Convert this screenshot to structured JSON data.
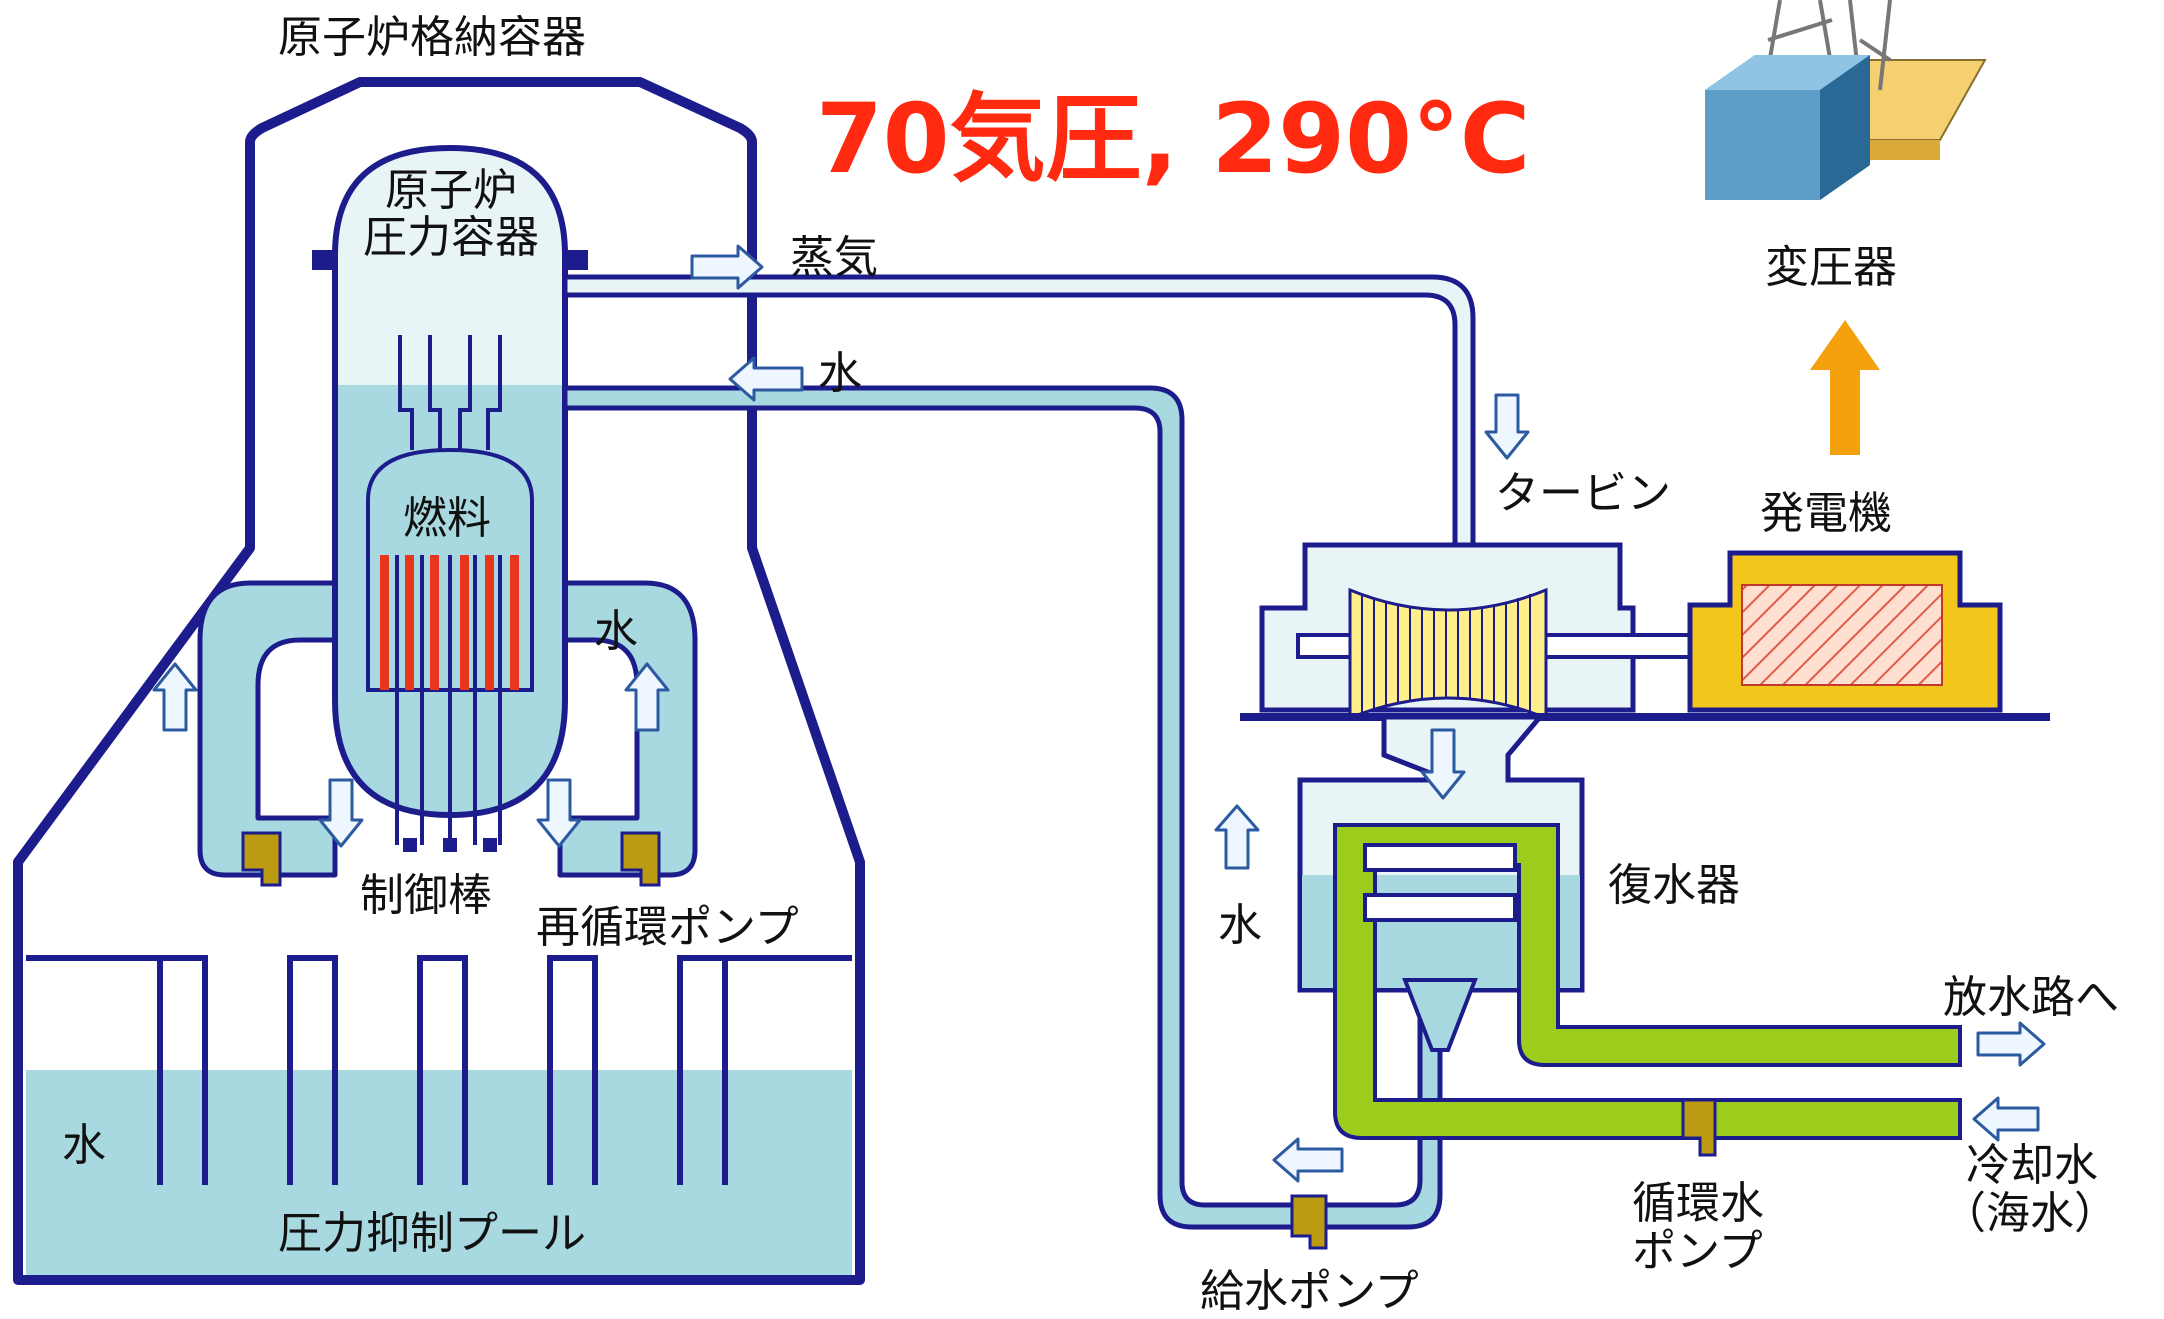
{
  "headline": "70気圧, 290°C",
  "labels": {
    "containment": "原子炉格納容器",
    "rpv_line1": "原子炉",
    "rpv_line2": "圧力容器",
    "steam": "蒸気",
    "water_return": "水",
    "fuel": "燃料",
    "water_left": "水",
    "control_rods": "制御棒",
    "recirc_pump": "再循環ポンプ",
    "pool_water": "水",
    "suppression_pool": "圧力抑制プール",
    "turbine": "タービン",
    "generator": "発電機",
    "transformer": "変圧器",
    "condenser": "復水器",
    "feedwater_side": "水",
    "to_discharge": "放水路へ",
    "cooling_water_line1": "冷却水",
    "cooling_water_line2": "（海水）",
    "circ_pump_line1": "循環水",
    "circ_pump_line2": "ポンプ",
    "feed_pump": "給水ポンプ"
  },
  "colors": {
    "headline": "#ff2a10",
    "outline": "#1c1c8c",
    "water": "#a9d9e0",
    "steam": "#e9f4f6",
    "cooling": "#9ccc1c",
    "turbine": "#ffef8a",
    "generator": "#f2c61a",
    "fuel_rod": "#e8361e",
    "pump": "#bc9a12",
    "power_arrow": "#f5a10e",
    "transformer_blue": "#5c9ec8"
  }
}
